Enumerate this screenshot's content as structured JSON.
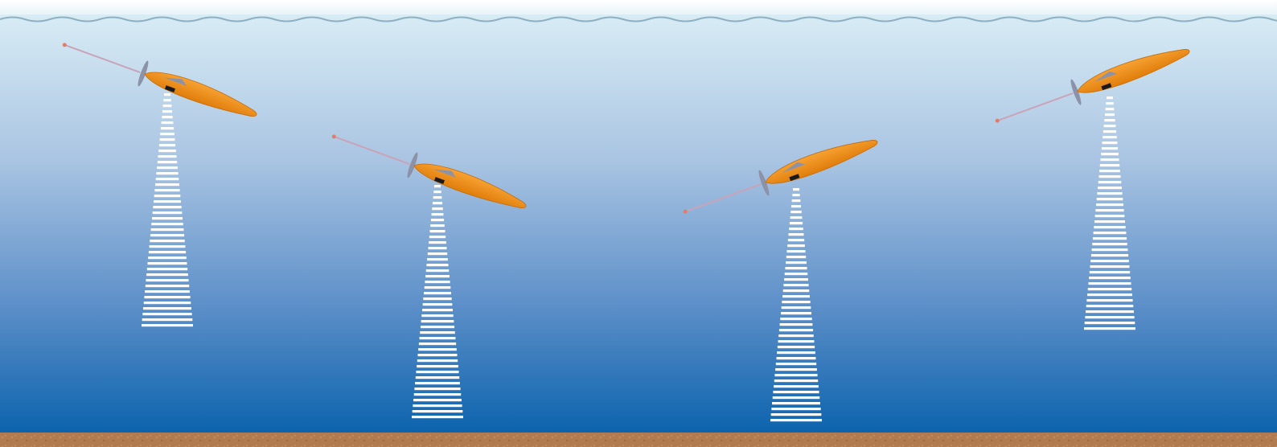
{
  "scene": {
    "colors": {
      "water_top": "#d6eaf3",
      "water_mid": "#7fa6d4",
      "water_bottom": "#0b63ad",
      "surface_wave": "#8fb2c4",
      "seabed": "#b07a4e",
      "glider_body": "#f08c13",
      "glider_shadow": "#c56a08",
      "sonar_beam": "#ffffff",
      "antenna": "#c9a3b8",
      "fin": "#8c93a8"
    },
    "icons": [
      "underwater-glider-icon",
      "sonar-beam-icon",
      "propeller-icon",
      "antenna-icon"
    ]
  },
  "gliders": [
    {
      "id": "glider-1",
      "heading": "descending"
    },
    {
      "id": "glider-2",
      "heading": "descending"
    },
    {
      "id": "glider-3",
      "heading": "ascending"
    },
    {
      "id": "glider-4",
      "heading": "ascending"
    }
  ]
}
